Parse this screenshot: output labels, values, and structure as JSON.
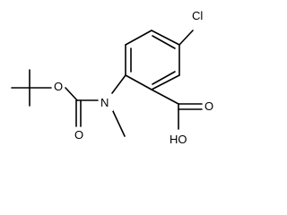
{
  "molecule": {
    "atoms": {
      "chlorine": "Cl",
      "carbamate_ether_oxygen": "O",
      "carbamate_carbonyl_oxygen": "O",
      "nitrogen": "N",
      "acid_carbonyl_oxygen": "O",
      "acid_hydroxyl": "HO"
    },
    "colors": {
      "bond": "#000000",
      "text": "#000000",
      "background": "#ffffff"
    }
  }
}
